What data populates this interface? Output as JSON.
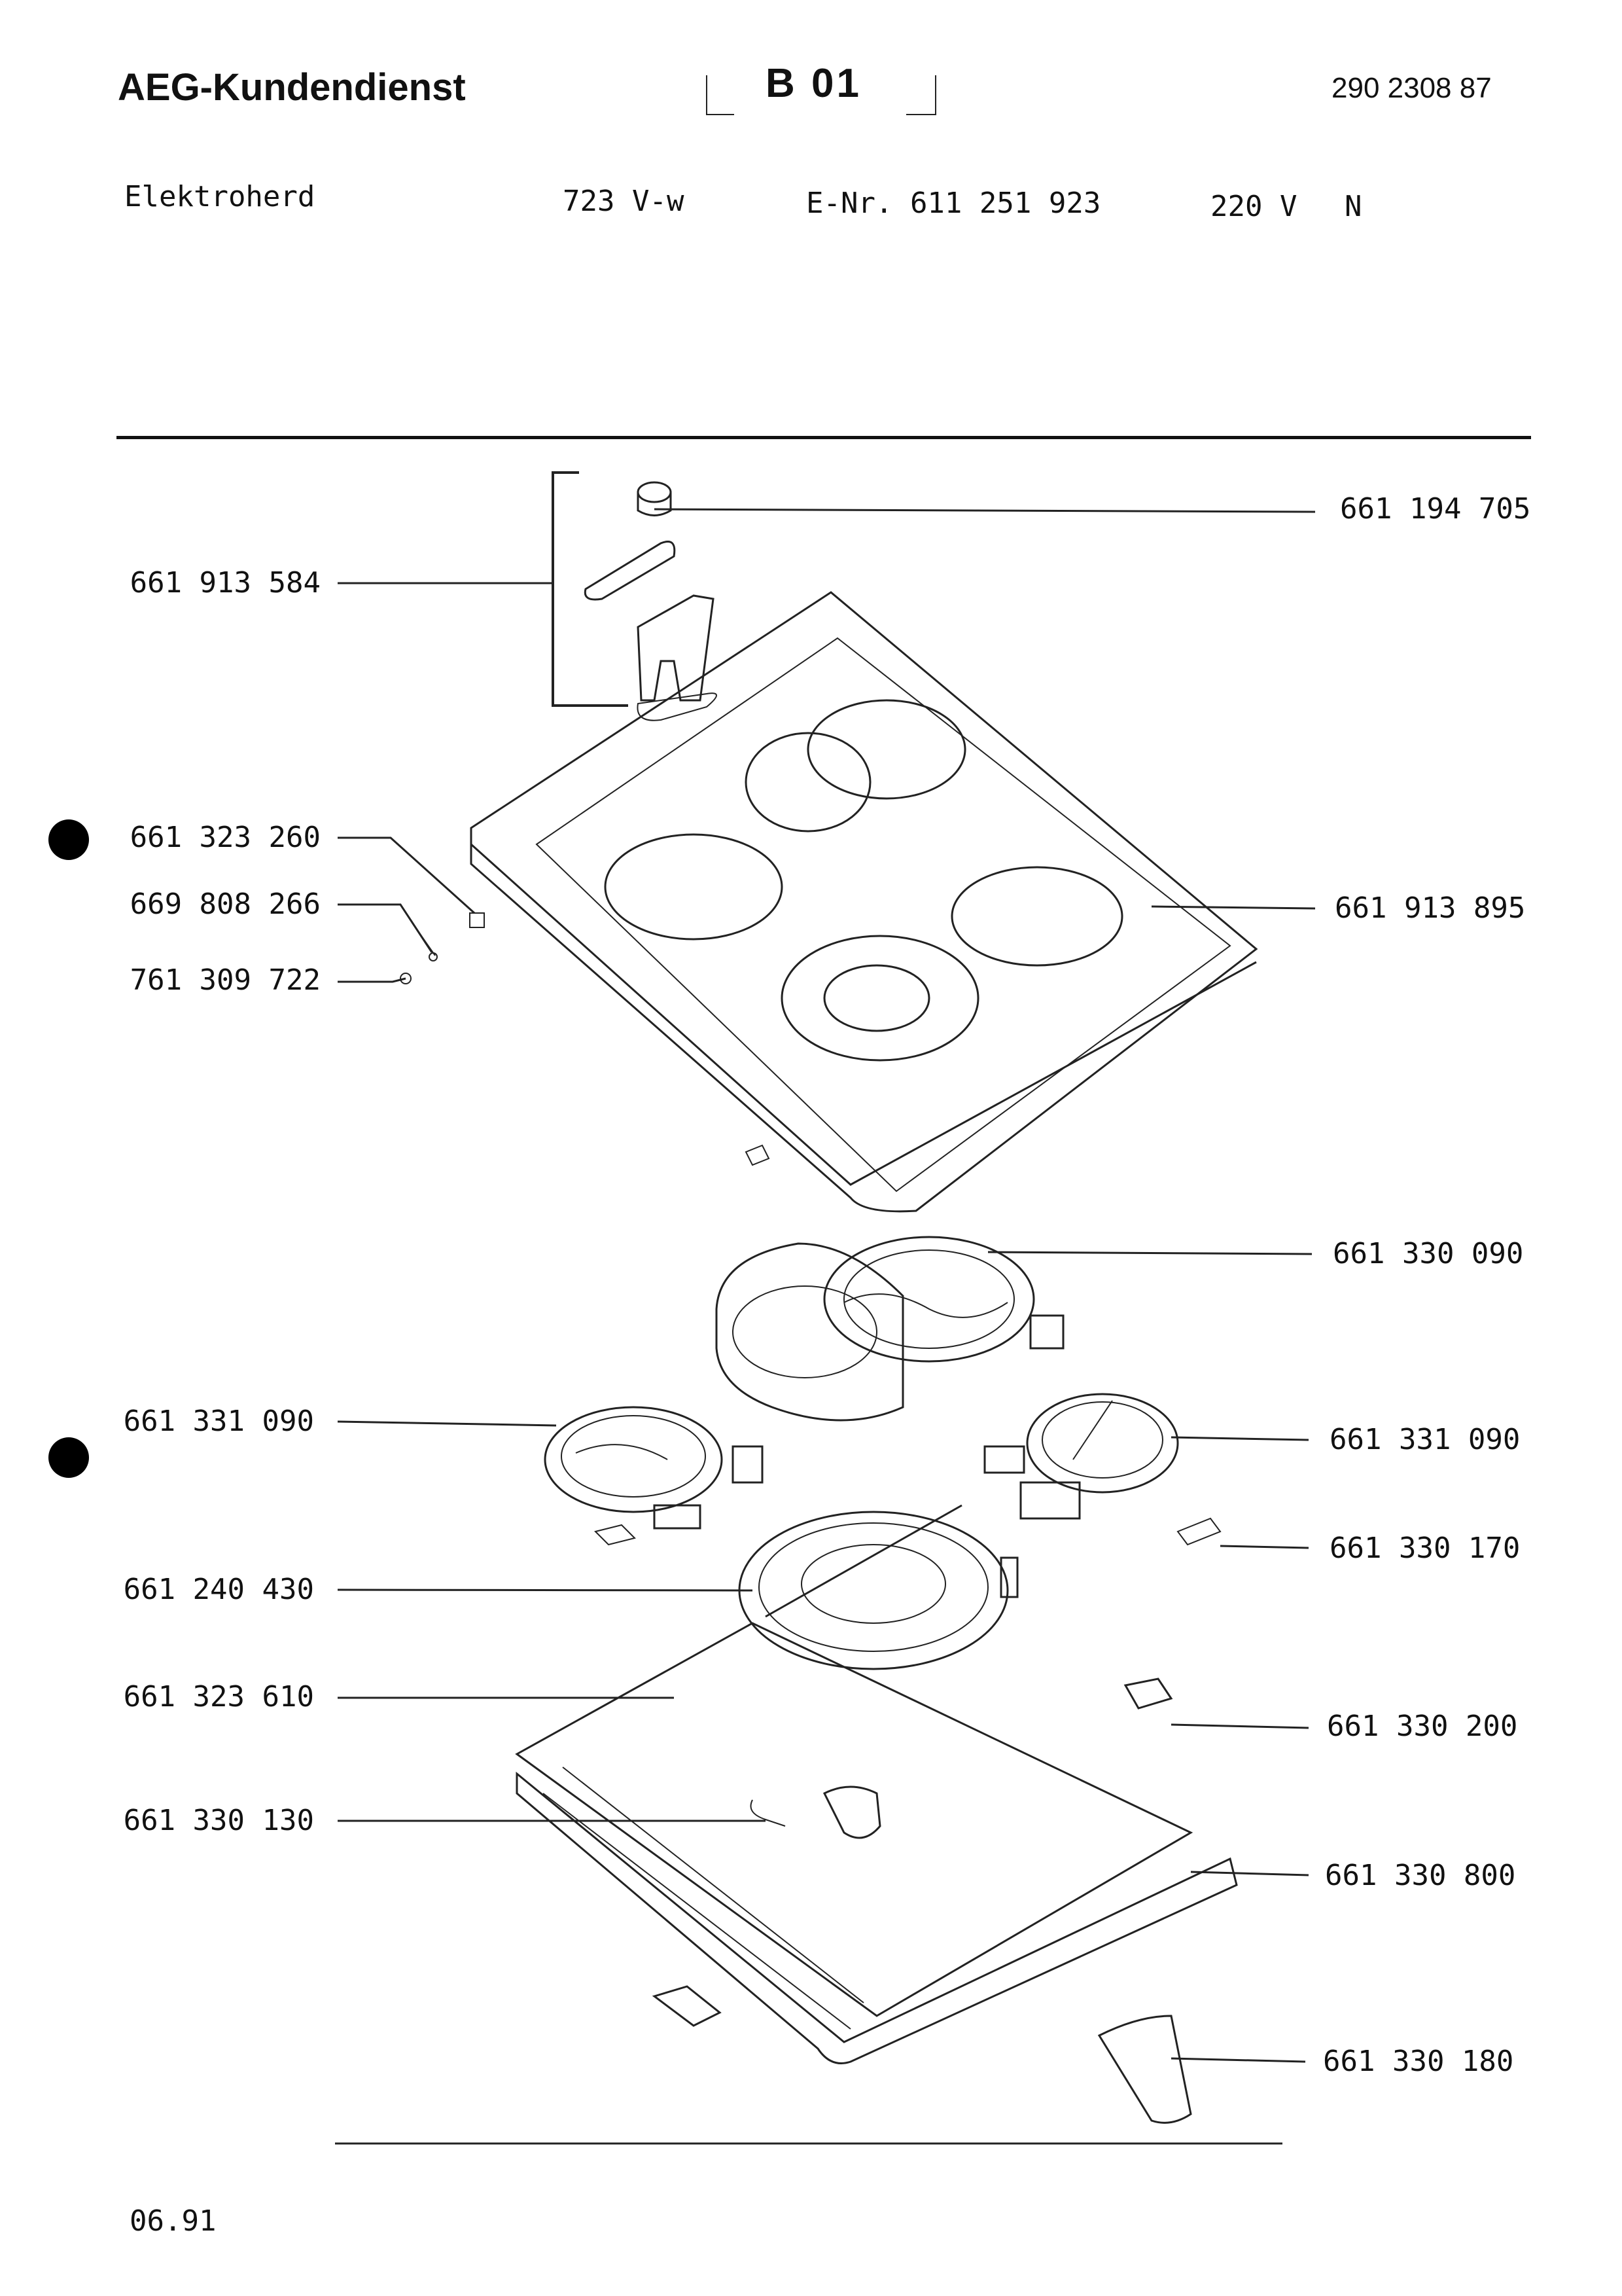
{
  "header": {
    "brand": "AEG-Kundendienst",
    "sheet": "B 01",
    "document_number": "290 2308 87"
  },
  "appliance": {
    "type": "Elektroherd",
    "model": "723 V-w",
    "e_nr": "E-Nr. 611 251 923",
    "voltage": "220 V",
    "variant": "N"
  },
  "parts": {
    "p1": "661 194 705",
    "p2": "661 913 584",
    "p3": "661 323 260",
    "p4": "669 808 266",
    "p5": "761 309 722",
    "p6": "661 913 895",
    "p7": "661 330 090",
    "p8": "661 331 090",
    "p9": "661 331 090",
    "p10": "661 330 170",
    "p11": "661 240 430",
    "p12": "661 323 610",
    "p13": "661 330 200",
    "p14": "661 330 130",
    "p15": "661 330 800",
    "p16": "661 330 180"
  },
  "footer": {
    "date": "06.91"
  }
}
